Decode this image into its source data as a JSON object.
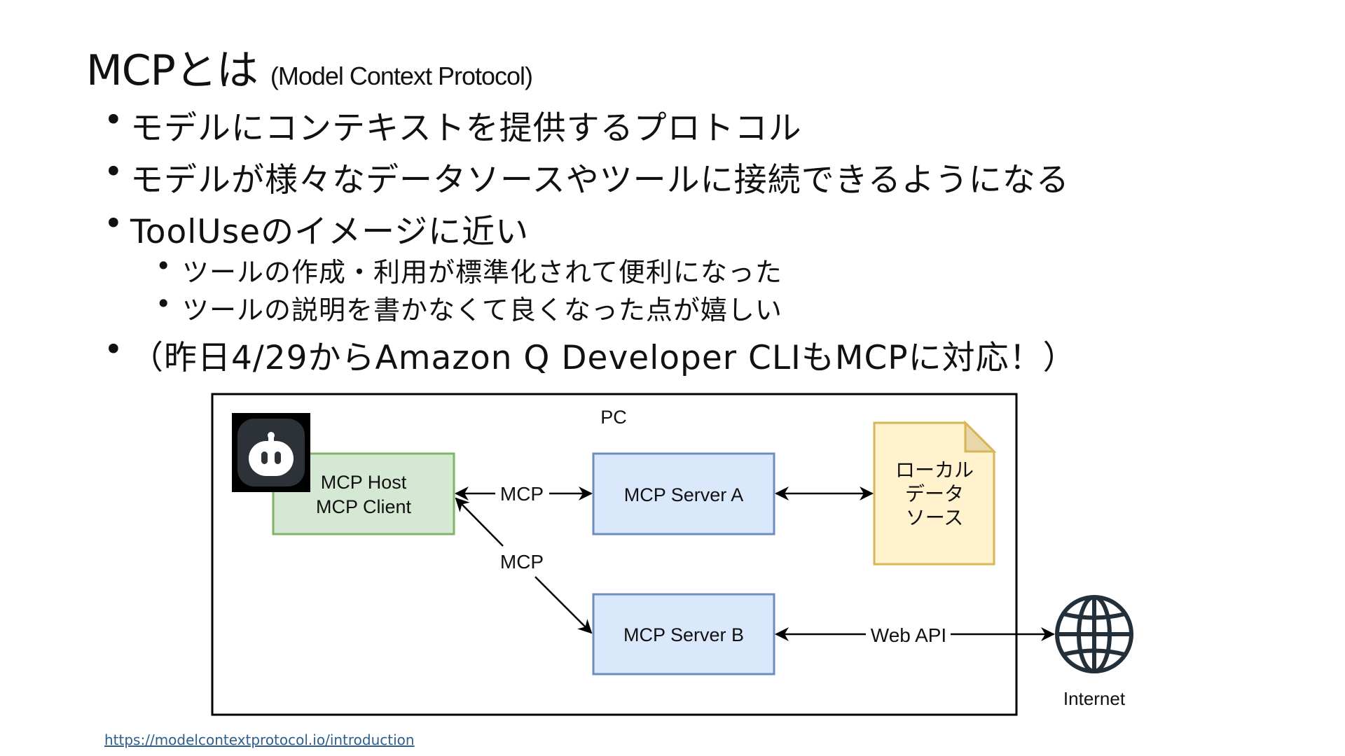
{
  "title": {
    "main": "MCPとは",
    "sub": "(Model Context Protocol)"
  },
  "bullets": [
    "モデルにコンテキストを提供するプロトコル",
    "モデルが様々なデータソースやツールに接続できるようになる",
    "ToolUseのイメージに近い"
  ],
  "sub_bullets": [
    "ツールの作成・利用が標準化されて便利になった",
    "ツールの説明を書かなくて良くなった点が嬉しい"
  ],
  "bullet_last": "（昨日4/29からAmazon Q Developer CLIもMCPに対応！）",
  "diagram": {
    "pc_label": "PC",
    "host_line1": "MCP Host",
    "host_line2": "MCP Client",
    "server_a": "MCP Server A",
    "server_b": "MCP Server B",
    "mcp_label_top": "MCP",
    "mcp_label_diag": "MCP",
    "local_data_lines": [
      "ローカル",
      "データ",
      "ソース"
    ],
    "web_api_label": "Web API",
    "internet_label": "Internet",
    "colors": {
      "host_fill": "#d5e8d4",
      "host_stroke": "#82b366",
      "server_fill": "#dae8fc",
      "server_stroke": "#6c8ebf",
      "doc_fill": "#fff2cc",
      "doc_stroke": "#d6b656",
      "app_icon_bg": "#1f2227",
      "globe": "#23303a"
    },
    "icons": [
      "robot-app-icon",
      "globe-icon"
    ]
  },
  "link": "https://modelcontextprotocol.io/introduction"
}
